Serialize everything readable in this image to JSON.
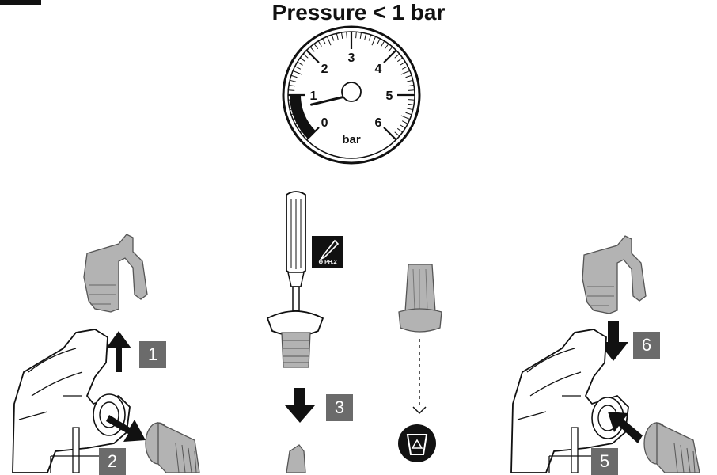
{
  "title": "Pressure < 1 bar",
  "gauge": {
    "unit": "bar",
    "tick_labels": [
      "0",
      "1",
      "2",
      "3",
      "4",
      "5",
      "6"
    ],
    "min": 0,
    "max": 6,
    "value": 0.7,
    "low_zone": [
      0,
      1
    ]
  },
  "tool": {
    "label": "⊕ PH.2"
  },
  "steps": [
    "1",
    "2",
    "3",
    "5",
    "6"
  ],
  "colors": {
    "ink": "#111111",
    "part_fill": "#b3b3b3",
    "badge": "#6b6b6b"
  }
}
